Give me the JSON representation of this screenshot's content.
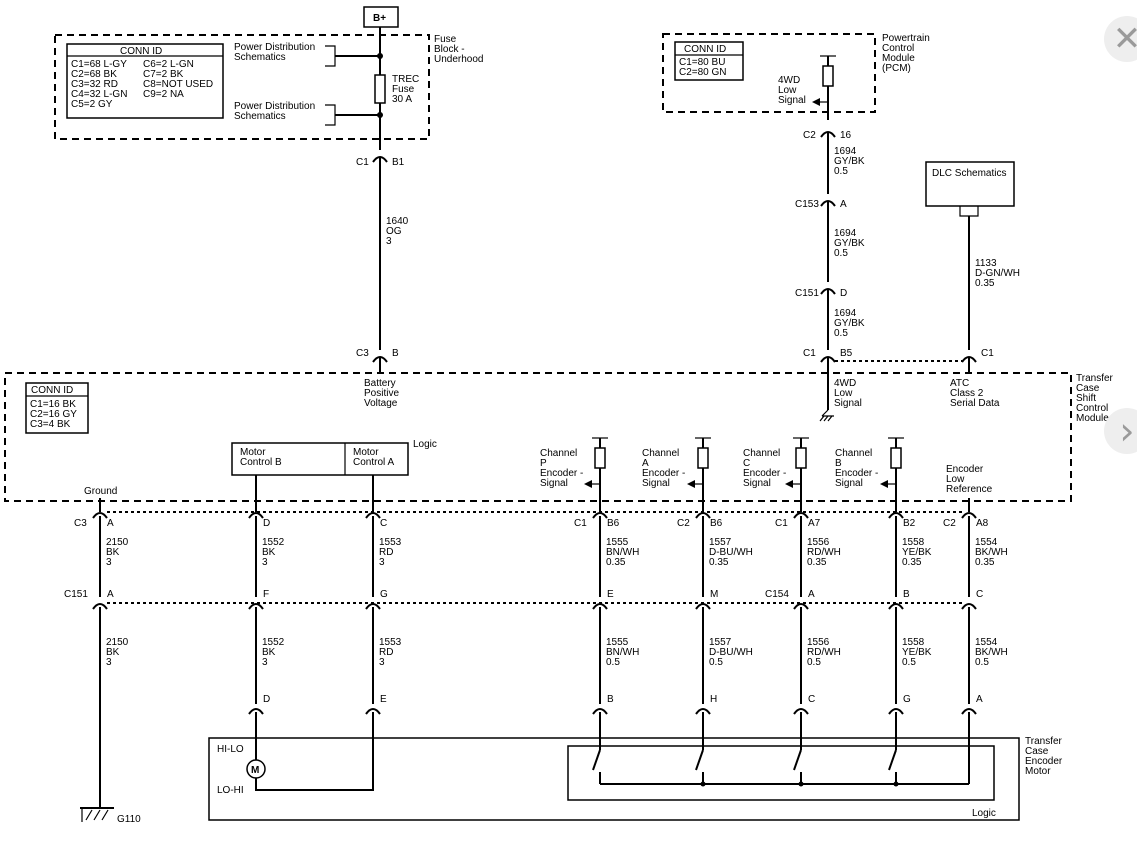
{
  "bplus": "B+",
  "fuse_block": [
    "Fuse",
    "Block -",
    "Underhood"
  ],
  "fuse_conn": {
    "title": "CONN ID",
    "left": [
      "C1=68 L-GY",
      "C2=68 BK",
      "C3=32 RD",
      "C4=32 L-GN",
      "C5=2 GY"
    ],
    "right": [
      "C6=2 L-GN",
      "C7=2 BK",
      "C8=NOT USED",
      "C9=2 NA"
    ]
  },
  "power_dist_1": [
    "Power Distribution",
    "Schematics"
  ],
  "power_dist_2": [
    "Power Distribution",
    "Schematics"
  ],
  "trec_fuse": [
    "TREC",
    "Fuse",
    "30 A"
  ],
  "c1_top": "C1",
  "b1_top": "B1",
  "wire_1640": [
    "1640",
    "OG",
    "3"
  ],
  "c3_b_left": "C3",
  "c3_b_right": "B",
  "pcm": [
    "Powertrain",
    "Control",
    "Module",
    "(PCM)"
  ],
  "pcm_conn": {
    "title": "CONN ID",
    "lines": [
      "C1=80 BU",
      "C2=80 GN"
    ]
  },
  "fourwd_pcm": [
    "4WD",
    "Low",
    "Signal"
  ],
  "c2_16": [
    "C2",
    "16"
  ],
  "wire_1694_a": [
    "1694",
    "GY/BK",
    "0.5"
  ],
  "c153": [
    "C153",
    "A"
  ],
  "wire_1694_b": [
    "1694",
    "GY/BK",
    "0.5"
  ],
  "c151_d": [
    "C151",
    "D"
  ],
  "wire_1694_c": [
    "1694",
    "GY/BK",
    "0.5"
  ],
  "c1_b5": [
    "C1",
    "B5"
  ],
  "dlc": "DLC Schematics",
  "wire_1133": [
    "1133",
    "D-GN/WH",
    "0.35"
  ],
  "c1_dlc": "C1",
  "tcscm": [
    "Transfer",
    "Case",
    "Shift",
    "Control",
    "Module"
  ],
  "tcscm_conn": {
    "title": "CONN ID",
    "lines": [
      "C1=16 BK",
      "C2=16 GY",
      "C3=4 BK"
    ]
  },
  "battery_label": [
    "Battery",
    "Positive",
    "Voltage"
  ],
  "fourwd_module": [
    "4WD",
    "Low",
    "Signal"
  ],
  "atc_label": [
    "ATC",
    "Class 2",
    "Serial Data"
  ],
  "logic_top": "Logic",
  "motor_b": [
    "Motor",
    "Control B"
  ],
  "motor_a": [
    "Motor",
    "Control A"
  ],
  "ground_label": "Ground",
  "channels": [
    [
      "Channel",
      "P",
      "Encoder -",
      "Signal"
    ],
    [
      "Channel",
      "A",
      "Encoder -",
      "Signal"
    ],
    [
      "Channel",
      "C",
      "Encoder -",
      "Signal"
    ],
    [
      "Channel",
      "B",
      "Encoder -",
      "Signal"
    ]
  ],
  "enc_low_ref": [
    "Encoder",
    "Low",
    "Reference"
  ],
  "row1_conn": [
    [
      "C3",
      "A"
    ],
    [
      "",
      "D"
    ],
    [
      "",
      "C"
    ],
    [
      "C1",
      "B6"
    ],
    [
      "C2",
      "B6"
    ],
    [
      "C1",
      "A7"
    ],
    [
      "",
      "B2"
    ],
    [
      "C2",
      "A8"
    ]
  ],
  "row1_wires": [
    [
      "2150",
      "BK",
      "3"
    ],
    [
      "1552",
      "BK",
      "3"
    ],
    [
      "1553",
      "RD",
      "3"
    ],
    [
      "1555",
      "BN/WH",
      "0.35"
    ],
    [
      "1557",
      "D-BU/WH",
      "0.35"
    ],
    [
      "1556",
      "RD/WH",
      "0.35"
    ],
    [
      "1558",
      "YE/BK",
      "0.35"
    ],
    [
      "1554",
      "BK/WH",
      "0.35"
    ]
  ],
  "row2_conn": [
    [
      "C151",
      "A"
    ],
    [
      "",
      "F"
    ],
    [
      "",
      "G"
    ],
    [
      "",
      "E"
    ],
    [
      "",
      "M"
    ],
    [
      "C154",
      "A"
    ],
    [
      "",
      "B"
    ],
    [
      "",
      "C"
    ]
  ],
  "row2_wires": [
    [
      "2150",
      "BK",
      "3"
    ],
    [
      "1552",
      "BK",
      "3"
    ],
    [
      "1553",
      "RD",
      "3"
    ],
    [
      "1555",
      "BN/WH",
      "0.5"
    ],
    [
      "1557",
      "D-BU/WH",
      "0.5"
    ],
    [
      "1556",
      "RD/WH",
      "0.5"
    ],
    [
      "1558",
      "YE/BK",
      "0.5"
    ],
    [
      "1554",
      "BK/WH",
      "0.5"
    ]
  ],
  "row3_conn": [
    "D",
    "E",
    "B",
    "H",
    "C",
    "G",
    "A"
  ],
  "hi_lo": "HI-LO",
  "lo_hi": "LO-HI",
  "motor_symbol": "M",
  "encoder_motor": [
    "Transfer",
    "Case",
    "Encoder",
    "Motor"
  ],
  "logic_bottom": "Logic",
  "g110": "G110",
  "nav": {
    "close": "✕",
    "next": "›"
  }
}
